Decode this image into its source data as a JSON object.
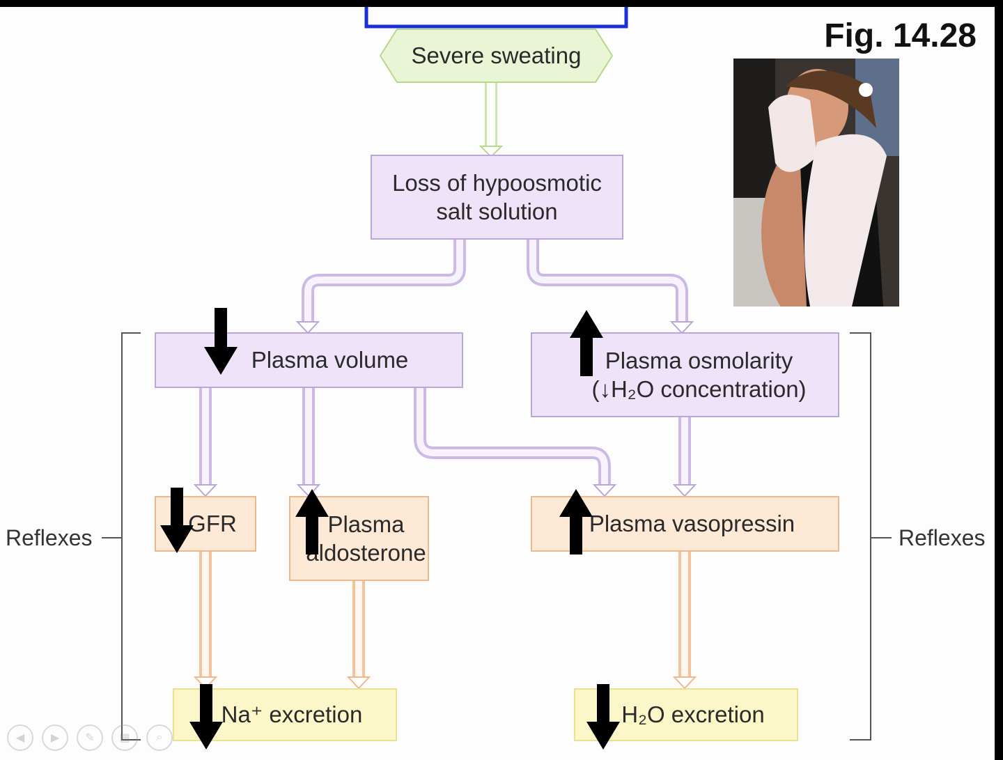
{
  "figure_label": "Fig. 14.28",
  "nodes": {
    "trigger": "Severe sweating",
    "loss_line1": "Loss of hypoosmotic",
    "loss_line2": "salt solution",
    "plasma_volume": "Plasma volume",
    "osmolarity_line1": "Plasma osmolarity",
    "osmolarity_line2": "(↓H₂O concentration)",
    "gfr": "GFR",
    "aldosterone_line1": "Plasma",
    "aldosterone_line2": "aldosterone",
    "vasopressin": "Plasma vasopressin",
    "na_excretion": "Na⁺ excretion",
    "h2o_excretion": "H₂O excretion"
  },
  "reflex_labels": {
    "left": "Reflexes",
    "right": "Reflexes"
  },
  "colors": {
    "cause": "#eaf5d6",
    "purple": "#eee3f8",
    "orange": "#fde9d6",
    "yellow": "#fcf7c8",
    "outline_blue": "#1a2fd6"
  },
  "photo": {
    "icon": "woman-wiping-sweat-photo"
  },
  "indicators": [
    "down",
    "up",
    "down",
    "up",
    "up",
    "down",
    "down"
  ]
}
